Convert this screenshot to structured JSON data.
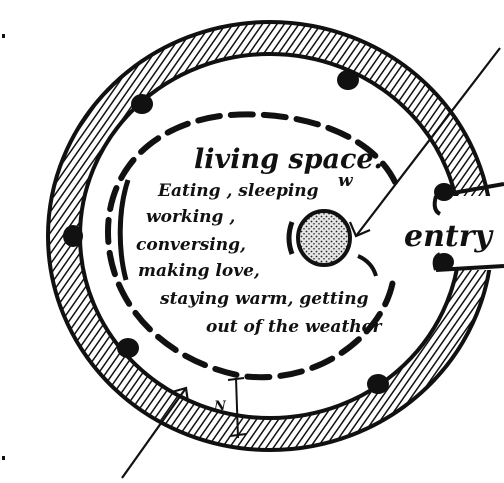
{
  "diagram": {
    "labels": {
      "living_space": "living space.",
      "line1": "Eating , sleeping",
      "line1_tail": "w",
      "line2": "working ,",
      "line3": "conversing,",
      "line4": "making love,",
      "line5": "staying warm, getting",
      "line6": "out of the weather",
      "entry": "entry",
      "wall_mark": "N"
    },
    "icons": {
      "hearth": "hearth-icon",
      "posts": "post-icon"
    },
    "colors": {
      "ink": "#111111",
      "paper": "#ffffff",
      "hearth_fill": "#e6e6e6"
    }
  }
}
